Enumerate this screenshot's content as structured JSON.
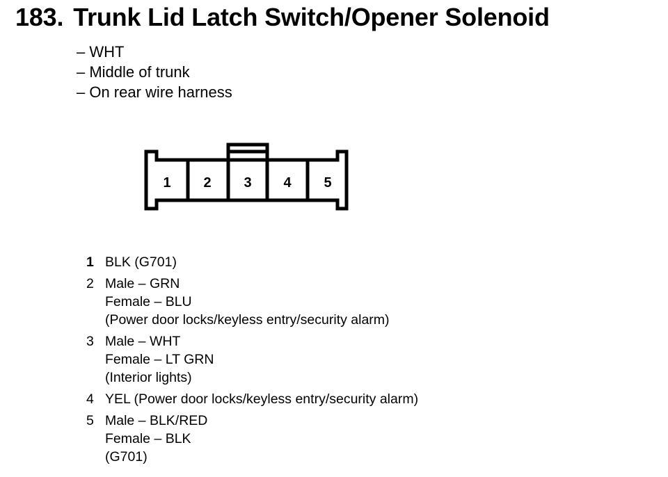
{
  "header": {
    "number": "183.",
    "title": "Trunk Lid Latch Switch/Opener Solenoid"
  },
  "notes": [
    "– WHT",
    "– Middle of trunk",
    "– On rear wire harness"
  ],
  "connector": {
    "cavities": [
      "1",
      "2",
      "3",
      "4",
      "5"
    ]
  },
  "pins": [
    {
      "num": "1",
      "lines": [
        "BLK (G701)"
      ]
    },
    {
      "num": "2",
      "lines": [
        "Male – GRN",
        "Female – BLU",
        "(Power door locks/keyless entry/security alarm)"
      ]
    },
    {
      "num": "3",
      "lines": [
        "Male – WHT",
        "Female – LT GRN",
        "(Interior lights)"
      ]
    },
    {
      "num": "4",
      "lines": [
        "YEL (Power door locks/keyless entry/security alarm)"
      ]
    },
    {
      "num": "5",
      "lines": [
        "Male – BLK/RED",
        "Female – BLK",
        "(G701)"
      ]
    }
  ]
}
